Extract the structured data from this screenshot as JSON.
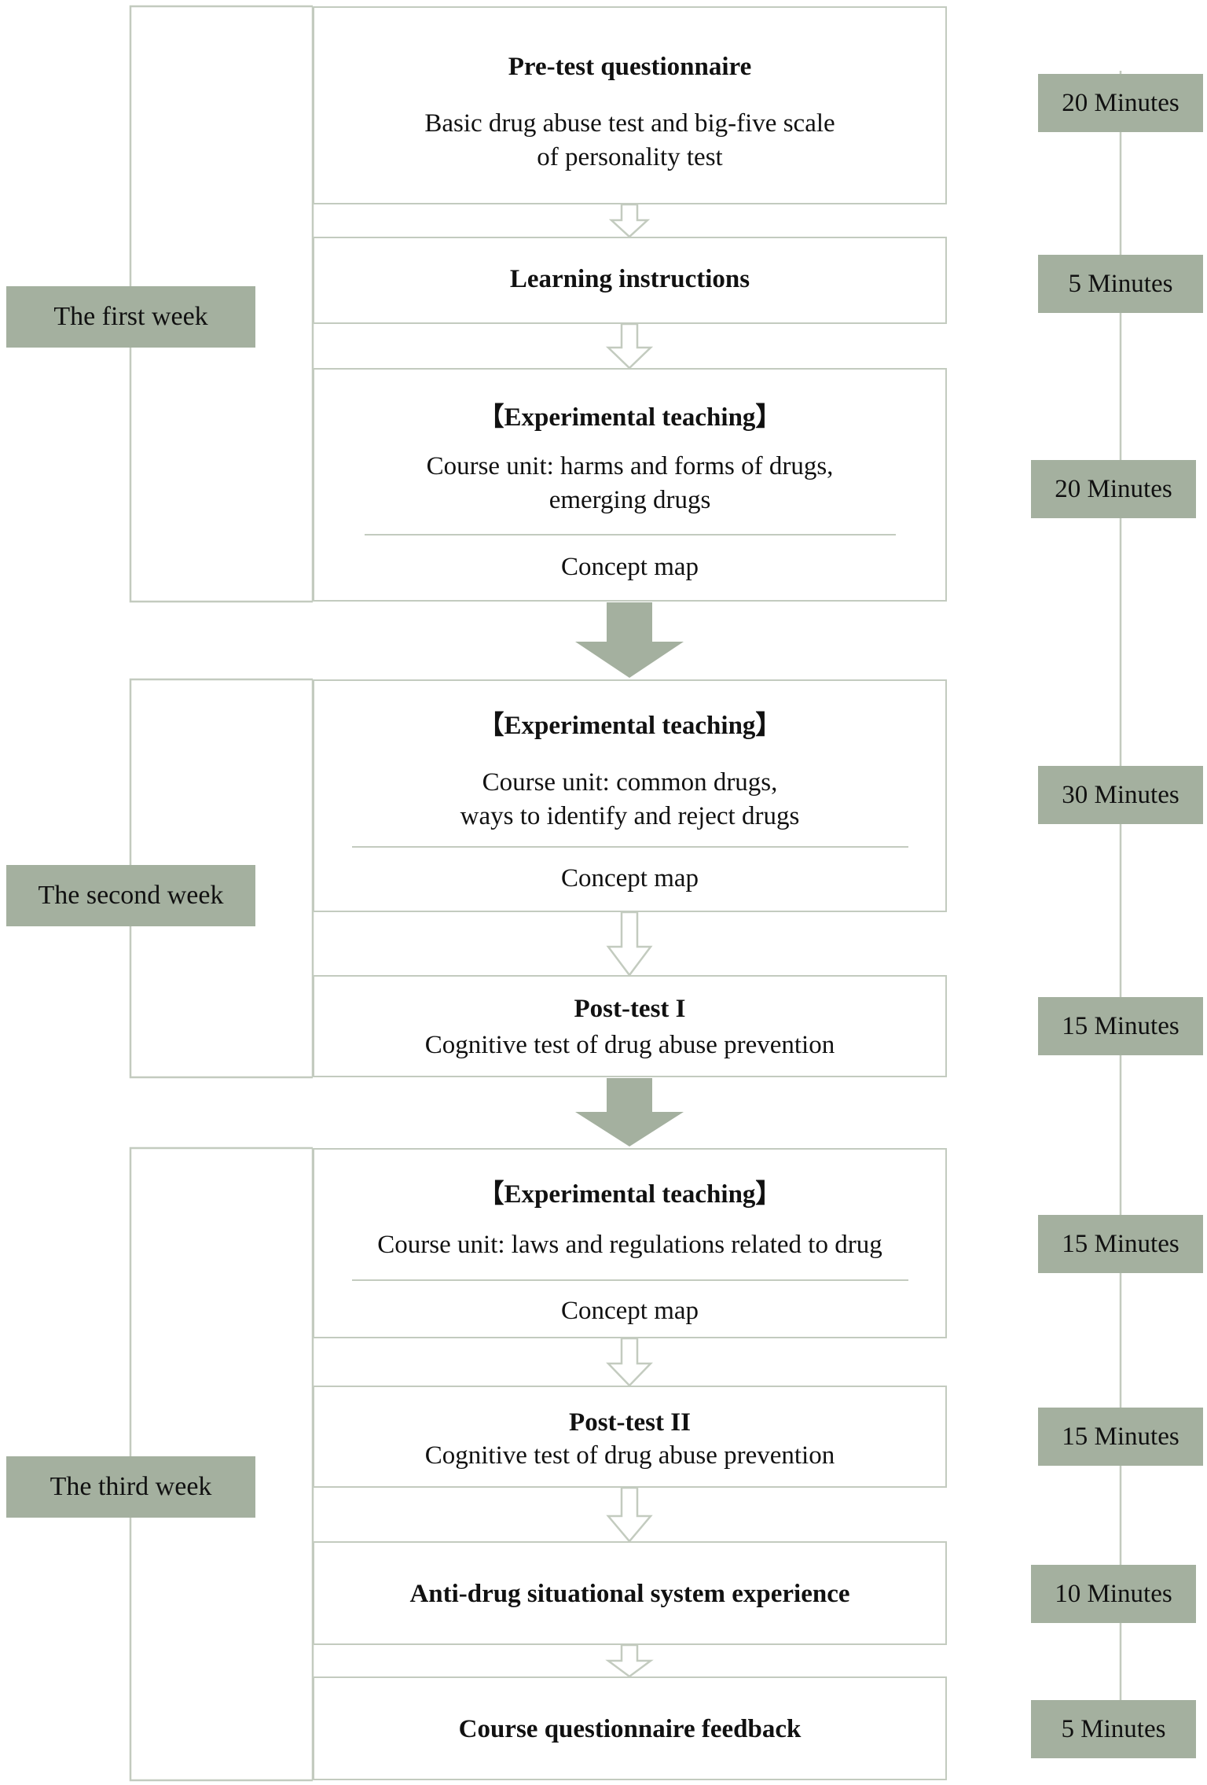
{
  "weeks": {
    "first": "The first week",
    "second": "The second week",
    "third": "The third week"
  },
  "steps": {
    "pretest": {
      "title": "Pre-test questionnaire",
      "line1": "Basic drug abuse test and big-five scale",
      "line2": "of personality test"
    },
    "learning": {
      "title": "Learning instructions"
    },
    "teaching1": {
      "title": "【Experimental teaching】",
      "line1": "Course unit: harms and forms of drugs,",
      "line2": "emerging drugs",
      "sub": "Concept map"
    },
    "teaching2": {
      "title": "【Experimental teaching】",
      "line1": "Course unit: common drugs,",
      "line2": "ways to identify and reject drugs",
      "sub": "Concept map"
    },
    "posttest1": {
      "title": "Post-test I",
      "line1": "Cognitive test of drug abuse prevention"
    },
    "teaching3": {
      "title": "【Experimental teaching】",
      "line1": "Course unit: laws and regulations related to drug",
      "sub": "Concept map"
    },
    "posttest2": {
      "title": "Post-test II",
      "line1": "Cognitive test of drug abuse prevention"
    },
    "antidrug": {
      "title": "Anti-drug situational system experience"
    },
    "feedback": {
      "title": "Course questionnaire feedback"
    }
  },
  "durations": [
    "20 Minutes",
    "5 Minutes",
    "20 Minutes",
    "30 Minutes",
    "15 Minutes",
    "15 Minutes",
    "15 Minutes",
    "10 Minutes",
    "5 Minutes"
  ],
  "colors": {
    "accent": "#a4b09f",
    "border": "#c3cbbf"
  }
}
